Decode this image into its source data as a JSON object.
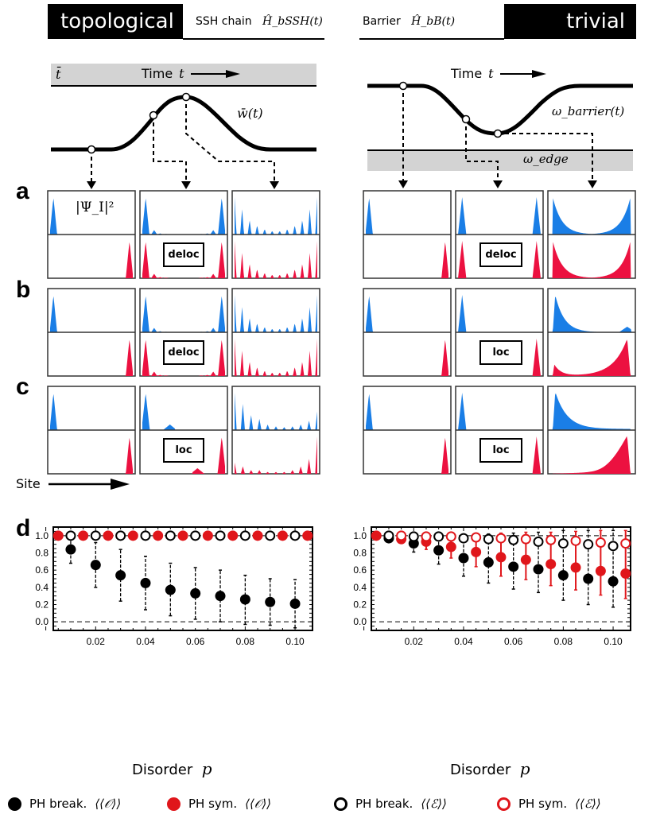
{
  "header": {
    "left_phase": "topological",
    "left_model": "SSH chain",
    "left_hamiltonian": "Ĥ_bSSH(t)",
    "right_model": "Barrier",
    "right_hamiltonian": "Ĥ_bB(t)",
    "right_phase": "trivial"
  },
  "schematic": {
    "left": {
      "time_bar_symbol": "t̄",
      "time_label": "Time",
      "time_var": "t",
      "curve_label": "w̄(t)"
    },
    "right": {
      "time_label": "Time",
      "time_var": "t",
      "curve_label": "ω_barrier(t)",
      "band_label": "ω_edge"
    }
  },
  "panels": {
    "row_labels": [
      "a",
      "b",
      "c"
    ],
    "density_label": "|Ψ_I|²",
    "site_label": "Site",
    "left_tags": [
      "deloc",
      "deloc",
      "loc"
    ],
    "right_tags": [
      "deloc",
      "loc",
      "loc"
    ],
    "colors": {
      "upper": "#1a7ee6",
      "lower": "#ec1140"
    }
  },
  "panel_d": {
    "label": "d",
    "xlabel": "Disorder",
    "xvar": "p"
  },
  "legend": [
    {
      "label": "PH break.",
      "quantity": "⟨⟨𝒪⟩⟩",
      "marker": "filled",
      "color": "#000000"
    },
    {
      "label": "PH sym.",
      "quantity": "⟨⟨𝒪⟩⟩",
      "marker": "filled",
      "color": "#e0161b"
    },
    {
      "label": "PH break.",
      "quantity": "⟨⟨ℰ⟩⟩",
      "marker": "open",
      "color": "#000000"
    },
    {
      "label": "PH sym.",
      "quantity": "⟨⟨ℰ⟩⟩",
      "marker": "open",
      "color": "#e0161b"
    }
  ],
  "chart_data": [
    {
      "type": "scatter",
      "title": "SSH chain (topological)",
      "xlabel": "Disorder p",
      "ylabel": "",
      "xlim": [
        0.003,
        0.107
      ],
      "ylim": [
        -0.1,
        1.1
      ],
      "xticks": [
        "0.02",
        "0.04",
        "0.06",
        "0.08",
        "0.10"
      ],
      "yticks": [
        "0.0",
        "0.2",
        "0.4",
        "0.6",
        "0.8",
        "1.0"
      ],
      "reference_lines": [
        0.0,
        1.0
      ],
      "series": [
        {
          "name": "PH break. ⟨⟨O⟩⟩",
          "marker": "filled-black",
          "x": [
            0.01,
            0.02,
            0.03,
            0.04,
            0.05,
            0.06,
            0.07,
            0.08,
            0.09,
            0.1
          ],
          "y": [
            0.84,
            0.66,
            0.54,
            0.45,
            0.37,
            0.33,
            0.3,
            0.26,
            0.23,
            0.21
          ],
          "err_low": [
            0.68,
            0.4,
            0.24,
            0.14,
            0.07,
            0.03,
            0.0,
            -0.03,
            -0.04,
            -0.07
          ],
          "err_high": [
            1.0,
            0.92,
            0.84,
            0.76,
            0.68,
            0.63,
            0.6,
            0.54,
            0.5,
            0.49
          ]
        },
        {
          "name": "PH sym. ⟨⟨O⟩⟩",
          "marker": "filled-red",
          "x": [
            0.005,
            0.015,
            0.025,
            0.035,
            0.045,
            0.055,
            0.065,
            0.075,
            0.085,
            0.095,
            0.105
          ],
          "y": [
            1.0,
            1.0,
            1.0,
            1.0,
            1.0,
            1.0,
            1.0,
            1.0,
            1.0,
            1.0,
            1.0
          ]
        },
        {
          "name": "PH break. ⟨⟨E⟩⟩",
          "marker": "open-black",
          "x": [
            0.01,
            0.02,
            0.03,
            0.04,
            0.05,
            0.06,
            0.07,
            0.08,
            0.09,
            0.1
          ],
          "y": [
            1.0,
            1.0,
            1.0,
            1.0,
            1.0,
            1.0,
            1.0,
            1.0,
            1.0,
            1.0
          ]
        }
      ]
    },
    {
      "type": "scatter",
      "title": "Barrier (trivial)",
      "xlabel": "Disorder p",
      "ylabel": "",
      "xlim": [
        0.003,
        0.107
      ],
      "ylim": [
        -0.1,
        1.1
      ],
      "xticks": [
        "0.02",
        "0.04",
        "0.06",
        "0.08",
        "0.10"
      ],
      "yticks": [
        "0.0",
        "0.2",
        "0.4",
        "0.6",
        "0.8",
        "1.0"
      ],
      "reference_lines": [
        0.0,
        1.0
      ],
      "series": [
        {
          "name": "PH break. ⟨⟨O⟩⟩",
          "marker": "filled-black",
          "x": [
            0.01,
            0.02,
            0.03,
            0.04,
            0.05,
            0.06,
            0.07,
            0.08,
            0.09,
            0.1
          ],
          "y": [
            0.97,
            0.91,
            0.83,
            0.74,
            0.69,
            0.64,
            0.61,
            0.54,
            0.5,
            0.47
          ],
          "err_low": [
            0.94,
            0.81,
            0.67,
            0.53,
            0.45,
            0.38,
            0.34,
            0.25,
            0.2,
            0.17
          ],
          "err_high": [
            1.0,
            1.0,
            1.0,
            1.0,
            1.02,
            1.03,
            1.04,
            1.06,
            1.06,
            1.06
          ]
        },
        {
          "name": "PH sym. ⟨⟨O⟩⟩",
          "marker": "filled-red",
          "x": [
            0.005,
            0.015,
            0.025,
            0.035,
            0.045,
            0.055,
            0.065,
            0.075,
            0.085,
            0.095,
            0.105
          ],
          "y": [
            1.0,
            0.96,
            0.93,
            0.87,
            0.81,
            0.75,
            0.72,
            0.67,
            0.63,
            0.59,
            0.56
          ],
          "err_low": [
            1.0,
            0.93,
            0.84,
            0.74,
            0.64,
            0.53,
            0.49,
            0.42,
            0.37,
            0.31,
            0.27
          ],
          "err_high": [
            1.0,
            0.99,
            1.0,
            1.0,
            1.0,
            1.03,
            1.04,
            1.04,
            1.05,
            1.06,
            1.06
          ]
        },
        {
          "name": "PH break. ⟨⟨E⟩⟩",
          "marker": "open-black",
          "x": [
            0.01,
            0.02,
            0.03,
            0.04,
            0.05,
            0.06,
            0.07,
            0.08,
            0.09,
            0.1
          ],
          "y": [
            1.0,
            0.99,
            0.99,
            0.97,
            0.96,
            0.95,
            0.93,
            0.91,
            0.9,
            0.88
          ]
        },
        {
          "name": "PH sym. ⟨⟨E⟩⟩",
          "marker": "open-red",
          "x": [
            0.015,
            0.025,
            0.035,
            0.045,
            0.055,
            0.065,
            0.075,
            0.085,
            0.095,
            0.105
          ],
          "y": [
            1.0,
            0.99,
            0.99,
            0.98,
            0.97,
            0.96,
            0.95,
            0.94,
            0.92,
            0.91
          ]
        }
      ]
    }
  ]
}
